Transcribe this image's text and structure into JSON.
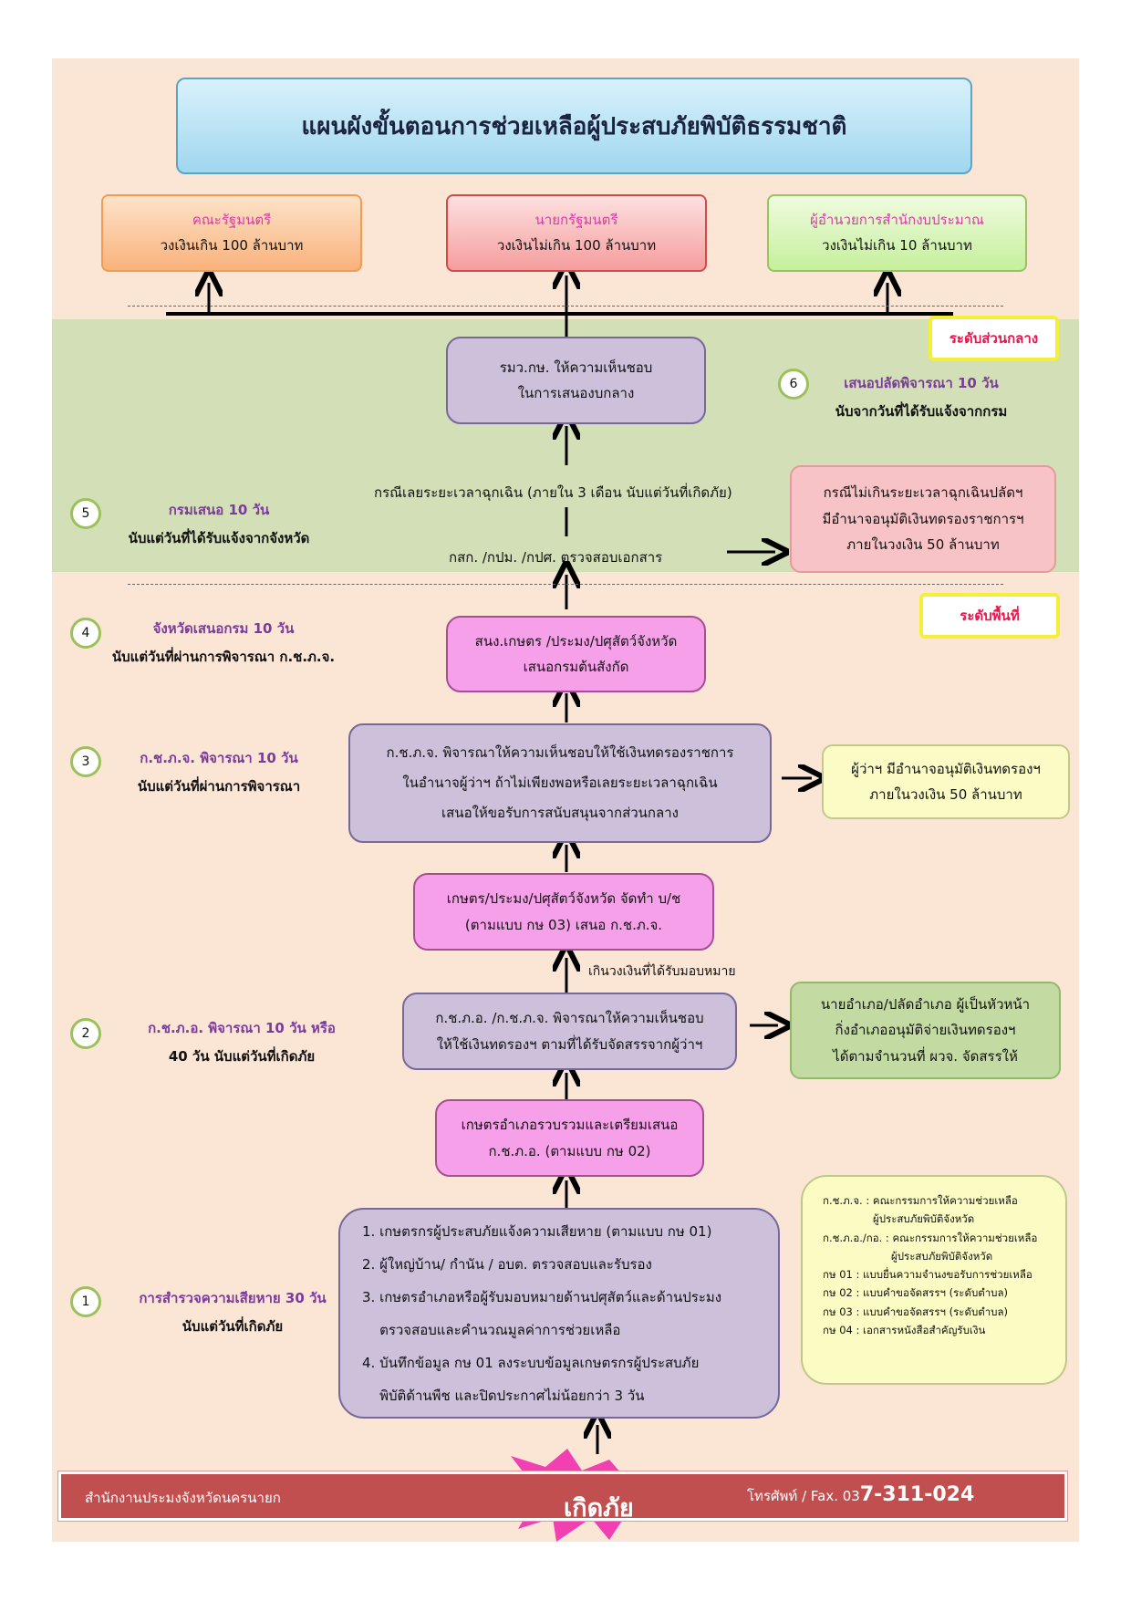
{
  "title": "แผนผังขั้นตอนการช่วยเหลือผู้ประสบภัยพิบัติธรรมชาติ",
  "approvers": [
    {
      "name": "คณะรัฐมนตรี",
      "limit": "วงเงินเกิน  100 ล้านบาท"
    },
    {
      "name": "นายกรัฐมนตรี",
      "limit": "วงเงินไม่เกิน 100 ล้านบาท"
    },
    {
      "name": "ผู้อำนวยการสำนักงบประมาณ",
      "limit": "วงเงินไม่เกิน 10 ล้านบาท"
    }
  ],
  "levels": {
    "central": "ระดับส่วนกลาง",
    "local": "ระดับพื้นที่"
  },
  "steps": [
    {
      "num": "1",
      "title": "การสำรวจความเสียหาย 30 วัน",
      "sub": "นับแต่วันที่เกิดภัย"
    },
    {
      "num": "2",
      "title": "ก.ช.ภ.อ. พิจารณา 10 วัน หรือ",
      "sub": "40 วัน  นับแต่วันที่เกิดภัย"
    },
    {
      "num": "3",
      "title": "ก.ช.ภ.จ. พิจารณา 10 วัน",
      "sub": "นับแต่วันที่ผ่านการพิจารณา"
    },
    {
      "num": "4",
      "title": "จังหวัดเสนอกรม 10 วัน",
      "sub": "นับแต่วันที่ผ่านการพิจารณา ก.ช.ภ.จ."
    },
    {
      "num": "5",
      "title": "กรมเสนอ 10 วัน",
      "sub": "นับแต่วันที่ได้รับแจ้งจากจังหวัด"
    },
    {
      "num": "6",
      "title": "เสนอปลัดพิจารณา 10 วัน",
      "sub": "นับจากวันที่ได้รับแจ้งจากกรม"
    }
  ],
  "boxes": {
    "minister": [
      "รมว.กษ. ให้ความเห็นชอบ",
      "ในการเสนองบกลาง"
    ],
    "emergency_note": "กรณีเลยระยะเวลาฉุกเฉิน (ภายใน 3 เดือน นับแต่วันที่เกิดภัย)",
    "check_docs": "กสก. /กปม. /กปศ. ตรวจสอบเอกสาร",
    "within_emergency": [
      "กรณีไม่เกินระยะเวลาฉุกเฉินปลัดฯ",
      "มีอำนาจอนุมัติเงินทดรองราชการฯ",
      "ภายในวงเงิน 50 ล้านบาท"
    ],
    "province_submit": [
      "สนง.เกษตร /ประมง/ปศุสัตว์จังหวัด",
      "เสนอกรมต้นสังกัด"
    ],
    "kchpj_consider": [
      "ก.ช.ภ.จ. พิจารณาให้ความเห็นชอบให้ใช้เงินทดรองราชการ",
      "ในอำนาจผู้ว่าฯ ถ้าไม่เพียงพอหรือเลยระยะเวลาฉุกเฉิน",
      "เสนอให้ขอรับการสนับสนุนจากส่วนกลาง"
    ],
    "governor": [
      "ผู้ว่าฯ มีอำนาจอนุมัติเงินทดรองฯ",
      "ภายในวงเงิน 50 ล้านบาท"
    ],
    "province_prepare": [
      "เกษตร/ประมง/ปศุสัตว์จังหวัด จัดทำ บ/ช",
      "(ตามแบบ กษ 03) เสนอ ก.ช.ภ.จ."
    ],
    "over_budget": "เกินวงเงินที่ได้รับมอบหมาย",
    "kchpa_consider": [
      "ก.ช.ภ.อ. /ก.ช.ภ.จ. พิจารณาให้ความเห็นชอบ",
      "ให้ใช้เงินทดรองฯ ตามที่ได้รับจัดสรรจากผู้ว่าฯ"
    ],
    "district_chief": [
      "นายอำเภอ/ปลัดอำเภอ ผู้เป็นหัวหน้า",
      "กิ่งอำเภออนุมัติจ่ายเงินทดรองฯ",
      "ได้ตามจำนวนที่ ผวจ. จัดสรรให้"
    ],
    "district_collect": [
      "เกษตรอำเภอรวบรวมและเตรียมเสนอ",
      "ก.ช.ภ.อ. (ตามแบบ กษ 02)"
    ],
    "survey": [
      "1. เกษตรกรผู้ประสบภัยแจ้งความเสียหาย (ตามแบบ กษ 01)",
      "2. ผู้ใหญ่บ้าน/ กำนัน / อบต. ตรวจสอบและรับรอง",
      "3. เกษตรอำเภอหรือผู้รับมอบหมายด้านปศุสัตว์และด้านประมง",
      "    ตรวจสอบและคำนวณมูลค่าการช่วยเหลือ",
      "4. บันทึกข้อมูล กษ 01 ลงระบบข้อมูลเกษตรกรผู้ประสบภัย",
      "    พิบัติด้านพืช และปิดประกาศไม่น้อยกว่า 3 วัน"
    ]
  },
  "legend": [
    "ก.ช.ภ.จ. : คณะกรรมการให้ความช่วยเหลือ",
    "ผู้ประสบภัยพิบัติจังหวัด",
    "ก.ช.ภ.อ./กอ. : คณะกรรมการให้ความช่วยเหลือ",
    "ผู้ประสบภัยพิบัติจังหวัด",
    "กษ 01 : แบบยื่นความจำนงขอรับการช่วยเหลือ",
    "กษ 02 : แบบคำขอจัดสรรฯ  (ระดับตำบล)",
    "กษ 03  : แบบคำขอจัดสรรฯ  (ระดับตำบล)",
    "กษ 04  : เอกสารหนังสือสำคัญรับเงิน"
  ],
  "footer": {
    "office": "สำนักงานประมงจังหวัดนครนายก",
    "phone_label": "โทรศัพท์ / Fax.  03",
    "phone_number": "7-311-024"
  },
  "disaster": "เกิดภัย",
  "colors": {
    "central_band": "#d3dfb6",
    "page_bg": "#fbe6d6",
    "footer": "#c14f4f",
    "burst": "#f23fb2"
  }
}
